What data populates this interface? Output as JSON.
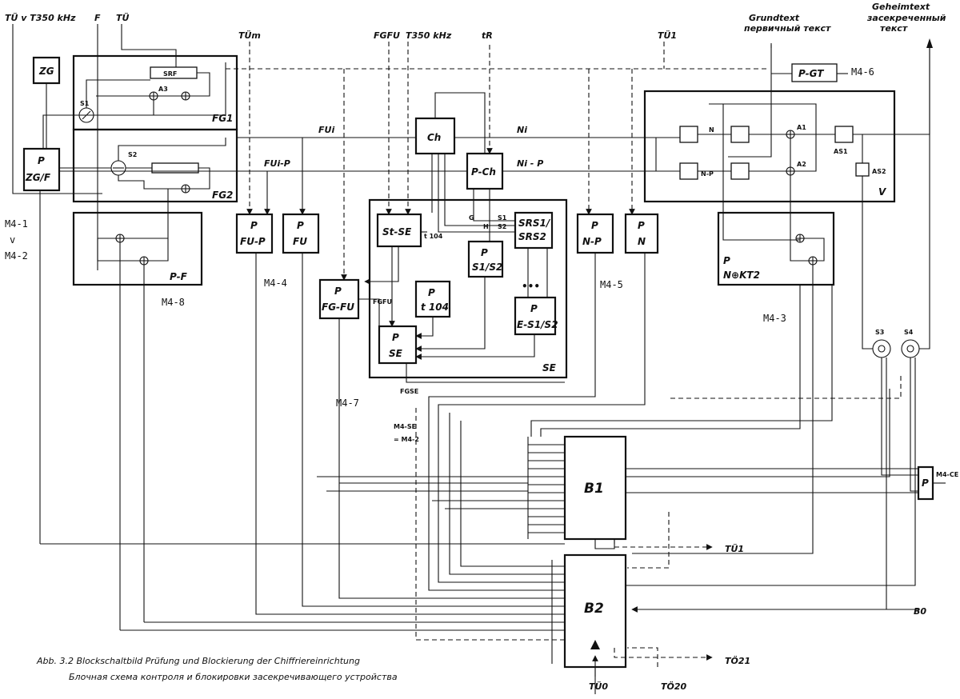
{
  "top_labels": {
    "tu_t350": "TÜ v T350 kHz",
    "f": "F",
    "tu": "TÜ",
    "tu_m": "TÜm",
    "fgfu": "FGFU",
    "t350": "T350 kHz",
    "tr": "tR",
    "tu1": "TÜ1",
    "grundtext": "Grundtext",
    "grundtext_ru": "первичный текст",
    "geheimtext": "Geheimtext",
    "geheimtext_ru1": "засекреченный",
    "geheimtext_ru2": "текст"
  },
  "blocks": {
    "zg": "ZG",
    "p_zgf_1": "P",
    "p_zgf_2": "ZG/F",
    "srf": "SRF",
    "a3": "A3",
    "s1": "S1",
    "s2": "S2",
    "fg1": "FG1",
    "fg2": "FG2",
    "pf": "P-F",
    "p_fup_1": "P",
    "p_fup_2": "FU-P",
    "p_fu_1": "P",
    "p_fu_2": "FU",
    "p_fgfu_1": "P",
    "p_fgfu_2": "FG-FU",
    "ch": "Ch",
    "p_ch": "P-Ch",
    "st_se": "St-SE",
    "srs_1": "SRS1/",
    "srs_2": "SRS2",
    "p_s1s2_1": "P",
    "p_s1s2_2": "S1/S2",
    "p_t104_1": "P",
    "p_t104_2": "t 104",
    "p_es1s2_1": "P",
    "p_es1s2_2": "E-S1/S2",
    "p_se_1": "P",
    "p_se_2": "SE",
    "se": "SE",
    "p_np_1": "P",
    "p_np_2": "N-P",
    "p_n_1": "P",
    "p_n_2": "N",
    "p_kt2_1": "P",
    "p_kt2_2": "N⊕KT2",
    "v": "V",
    "a1": "A1",
    "a2": "A2",
    "as1": "AS1",
    "as2": "AS2",
    "p_gt": "P-GT",
    "s3": "S3",
    "s4": "S4",
    "b1": "B1",
    "b2": "B2",
    "p_ce_1": "P",
    "p_ce_2": "M4-CE"
  },
  "signals": {
    "fu_i": "FUi",
    "fu_i_p": "FUi-P",
    "n_i": "Ni",
    "n_i_p": "Ni - P",
    "n": "N",
    "np": "N-P",
    "fgfu": "FGFU",
    "fgse": "FGSE",
    "g": "G",
    "s1": "S1",
    "s2": "S2",
    "h": "H",
    "t104": "t 104",
    "dots": "•••",
    "tu1_out": "TÜ1",
    "t02_out": "TÖ21",
    "tu0": "TÜ0",
    "t02_0": "TÖ20",
    "b0": "B0",
    "m4_se": "M4-SE",
    "m4_se_eq": "= M4-2"
  },
  "hand_notes": {
    "m4_1": "M4-1",
    "v": "v",
    "m4_2": "M4-2",
    "m4_8": "M4-8",
    "m4_4": "M4-4",
    "m4_5": "M4-5",
    "m4_3": "M4-3",
    "m4_7": "M4-7",
    "m4_6": "M4-6"
  },
  "caption": {
    "de": "Abb. 3.2   Blockschaltbild  Prüfung und Blockierung der Chiffriereinrichtung",
    "ru": "Блочная схема  контроля  и  блокировки  засекречивающего  устройства"
  }
}
